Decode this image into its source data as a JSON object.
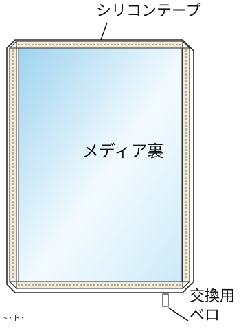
{
  "labels": {
    "silicone_tape": "シリコンテープ",
    "media_back": "メディア裏",
    "replacement_line1": "交換用",
    "replacement_line2": "ベロ",
    "cut_text": "ト･ト･"
  },
  "colors": {
    "frame_outer": "#2a2a2a",
    "tape_fill": "#f1ead6",
    "tape_stitch": "#6d6d6d",
    "panel_top": "#9fd3ef",
    "panel_mid": "#f4fbff",
    "panel_bottom": "#cdeaf8",
    "corner_fill": "#f6f7f8"
  }
}
